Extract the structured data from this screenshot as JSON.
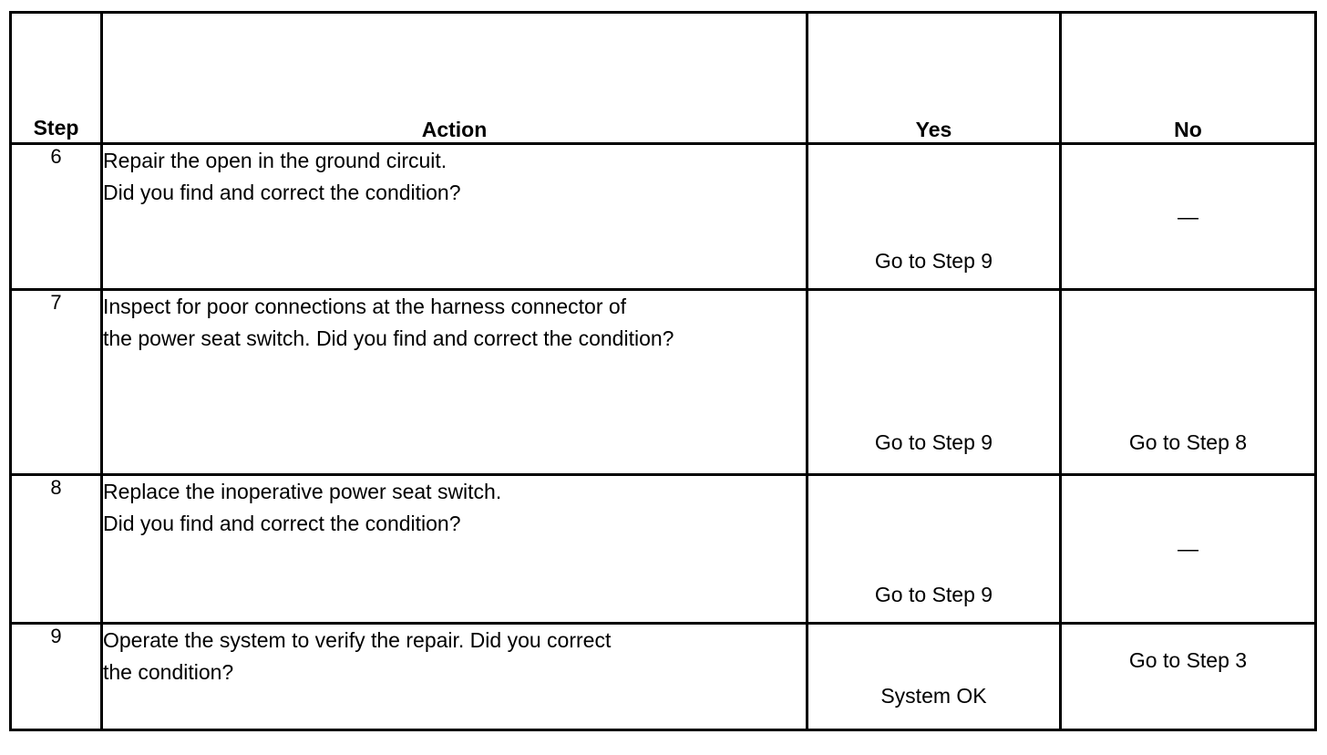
{
  "table": {
    "columns": [
      {
        "key": "step",
        "label": "Step"
      },
      {
        "key": "action",
        "label": "Action"
      },
      {
        "key": "yes",
        "label": "Yes"
      },
      {
        "key": "no",
        "label": "No"
      }
    ],
    "rows": [
      {
        "step": "6",
        "action_lines": [
          "Repair the open in the ground circuit.",
          "Did you find and correct the condition?"
        ],
        "yes": "Go to Step 9",
        "no": "—"
      },
      {
        "step": "7",
        "action_lines": [
          "Inspect for poor connections at the harness connector of",
          "the power seat switch. Did you find and correct the condition?"
        ],
        "yes": "Go to Step 9",
        "no": "Go to Step 8"
      },
      {
        "step": "8",
        "action_lines": [
          "Replace the inoperative power seat switch.",
          "Did you find and correct the condition?"
        ],
        "yes": "Go to Step 9",
        "no": "—"
      },
      {
        "step": "9",
        "action_lines": [
          "Operate the system to verify the repair. Did you correct",
          "the condition?"
        ],
        "yes": "System OK",
        "no": "Go to Step 3"
      }
    ]
  }
}
